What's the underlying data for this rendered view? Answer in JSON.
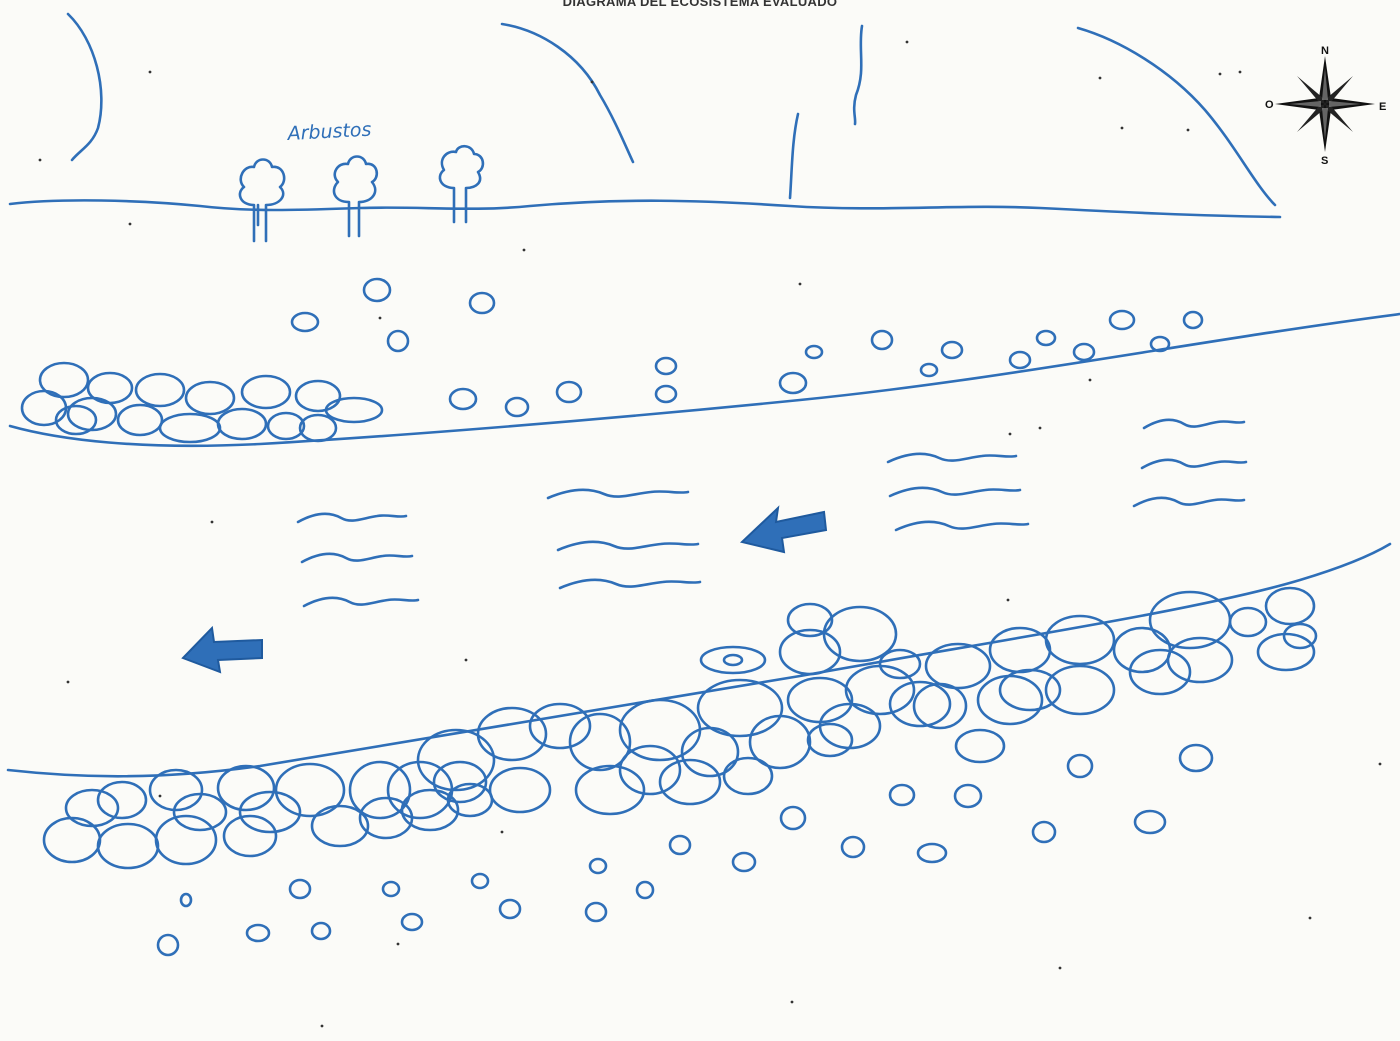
{
  "title": "DIAGRAMA DEL ECOSISTEMA EVALUADO",
  "labels": {
    "shrubs": "Arbustos"
  },
  "compass": {
    "north": "N",
    "south": "S",
    "east": "E",
    "west": "O"
  },
  "colors": {
    "ink": "#2f6fb8",
    "paper": "#fbfbf8",
    "compass": "#111111"
  }
}
